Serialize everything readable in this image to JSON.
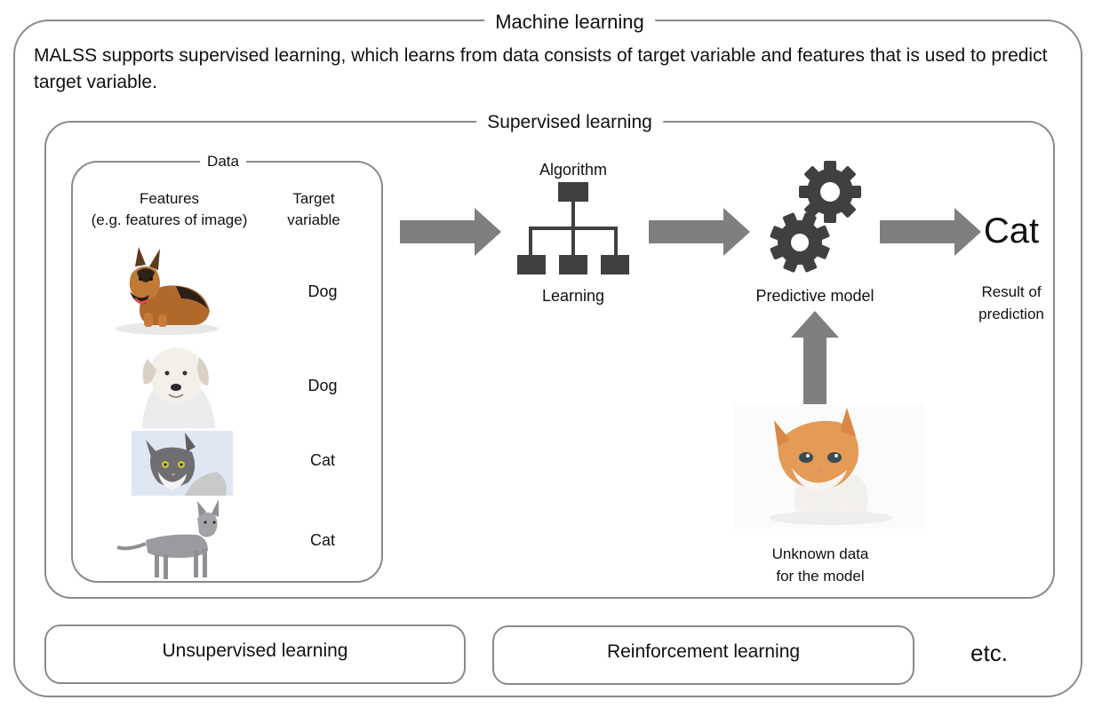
{
  "title": "Machine learning",
  "description": "MALSS supports supervised learning, which learns from data consists of target variable and features that is used to predict target variable.",
  "supervised": {
    "title": "Supervised learning",
    "data_box": {
      "title": "Data",
      "features_header_line1": "Features",
      "features_header_line2": "(e.g. features of image)",
      "target_header_line1": "Target",
      "target_header_line2": "variable",
      "rows": [
        {
          "image": "german-shepherd-dog-photo",
          "target": "Dog"
        },
        {
          "image": "white-labrador-dog-photo",
          "target": "Dog"
        },
        {
          "image": "grey-white-cat-photo",
          "target": "Cat"
        },
        {
          "image": "standing-grey-cat-photo",
          "target": "Cat"
        }
      ]
    },
    "algorithm_label": "Algorithm",
    "learning_label": "Learning",
    "model_label": "Predictive model",
    "result_value": "Cat",
    "result_label_line1": "Result of",
    "result_label_line2": "prediction",
    "unknown_label_line1": "Unknown data",
    "unknown_label_line2": "for the model"
  },
  "others": {
    "unsupervised": "Unsupervised learning",
    "reinforcement": "Reinforcement learning",
    "etc": "etc."
  },
  "colors": {
    "border": "#8a8a8a",
    "arrow": "#7f7f7f",
    "icon": "#404040"
  }
}
